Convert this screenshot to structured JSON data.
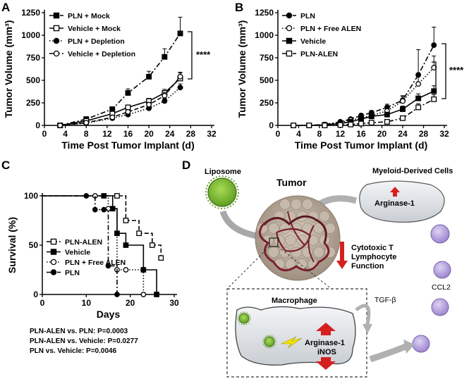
{
  "panels": {
    "A": "A",
    "B": "B",
    "C": "C",
    "D": "D"
  },
  "colors": {
    "line": "#000000",
    "liposome": "#7cc031",
    "vesicle": "#b9a3e0",
    "arrow_red": "#d61f1f",
    "cell_gray": "#d9dde2",
    "arrow_gray": "#a8a8a8",
    "tumor": "#b8a898",
    "vessel": "#7a1f2e"
  },
  "chart_data": [
    {
      "id": "A",
      "type": "line",
      "xlabel": "Time Post Tumor Implant (d)",
      "ylabel": "Tumor Volume (mm³)",
      "xlim": [
        0,
        32
      ],
      "ylim": [
        0,
        1250
      ],
      "xticks": [
        0,
        4,
        8,
        12,
        16,
        20,
        24,
        28,
        32
      ],
      "yticks": [
        0,
        250,
        500,
        750,
        1000,
        1250
      ],
      "legend_position": "top-left",
      "significance": "****",
      "series": [
        {
          "name": "PLN + Mock",
          "marker": "square-filled",
          "dash": "dash-dot",
          "x": [
            3,
            8,
            13,
            16,
            20,
            23,
            26
          ],
          "y": [
            0,
            70,
            180,
            360,
            540,
            760,
            1020
          ],
          "err": [
            0,
            10,
            20,
            45,
            60,
            90,
            180
          ]
        },
        {
          "name": "Vehicle + Mock",
          "marker": "square-open",
          "dash": "solid",
          "x": [
            3,
            8,
            13,
            16,
            20,
            23,
            26
          ],
          "y": [
            0,
            50,
            130,
            200,
            270,
            360,
            520
          ],
          "err": [
            0,
            8,
            20,
            25,
            30,
            40,
            60
          ]
        },
        {
          "name": "PLN + Depletion",
          "marker": "circle-filled",
          "dash": "dotted",
          "x": [
            3,
            8,
            13,
            16,
            20,
            23,
            26
          ],
          "y": [
            0,
            25,
            80,
            120,
            190,
            270,
            420
          ],
          "err": [
            0,
            5,
            15,
            20,
            25,
            30,
            40
          ]
        },
        {
          "name": "Vehicle + Depletion",
          "marker": "circle-open",
          "dash": "dashed",
          "x": [
            3,
            8,
            13,
            16,
            20,
            23,
            26
          ],
          "y": [
            0,
            30,
            90,
            150,
            230,
            330,
            540
          ],
          "err": [
            0,
            5,
            15,
            20,
            25,
            35,
            50
          ]
        }
      ]
    },
    {
      "id": "B",
      "type": "line",
      "xlabel": "Time Post Tumor Implant (d)",
      "ylabel": "Tumor Volume (mm³)",
      "xlim": [
        0,
        32
      ],
      "ylim": [
        0,
        1250
      ],
      "xticks": [
        0,
        4,
        8,
        12,
        16,
        20,
        24,
        28,
        32
      ],
      "yticks": [
        0,
        250,
        500,
        750,
        1000,
        1250
      ],
      "legend_position": "top-left",
      "significance": "****",
      "series": [
        {
          "name": "PLN",
          "marker": "circle-filled",
          "dash": "dash-dot",
          "x": [
            3,
            6,
            9,
            12,
            14,
            16,
            18,
            21,
            24,
            27,
            30
          ],
          "y": [
            0,
            0,
            10,
            40,
            70,
            110,
            140,
            200,
            280,
            560,
            890
          ],
          "err": [
            0,
            0,
            5,
            10,
            15,
            20,
            25,
            35,
            50,
            280,
            200
          ]
        },
        {
          "name": "PLN + Free ALEN",
          "marker": "circle-open",
          "dash": "dotted",
          "x": [
            3,
            6,
            9,
            12,
            14,
            16,
            18,
            21,
            24,
            27,
            30
          ],
          "y": [
            0,
            0,
            8,
            30,
            60,
            80,
            110,
            160,
            270,
            460,
            640
          ],
          "err": [
            0,
            0,
            5,
            8,
            12,
            15,
            20,
            30,
            50,
            100,
            130
          ]
        },
        {
          "name": "Vehicle",
          "marker": "square-filled",
          "dash": "solid",
          "x": [
            3,
            6,
            9,
            12,
            14,
            16,
            18,
            21,
            24,
            27,
            30
          ],
          "y": [
            0,
            0,
            5,
            20,
            40,
            70,
            100,
            120,
            180,
            300,
            380
          ],
          "err": [
            0,
            0,
            3,
            6,
            10,
            15,
            20,
            25,
            35,
            50,
            60
          ]
        },
        {
          "name": "PLN-ALEN",
          "marker": "square-open",
          "dash": "dash-dot",
          "x": [
            3,
            6,
            9,
            12,
            14,
            16,
            18,
            21,
            24,
            27,
            30
          ],
          "y": [
            0,
            0,
            0,
            5,
            10,
            20,
            30,
            40,
            80,
            200,
            290
          ],
          "err": [
            0,
            0,
            0,
            3,
            5,
            8,
            10,
            12,
            20,
            40,
            50
          ]
        }
      ]
    },
    {
      "id": "C",
      "type": "line",
      "xlabel": "Days",
      "ylabel": "Survival (%)",
      "xlim": [
        0,
        30
      ],
      "ylim": [
        0,
        100
      ],
      "xticks": [
        0,
        10,
        20,
        30
      ],
      "yticks": [
        0,
        50,
        100
      ],
      "legend_position": "bottom-left",
      "series": [
        {
          "name": "PLN-ALEN",
          "marker": "square-open",
          "dash": "dashed",
          "x": [
            0,
            17,
            19,
            22,
            25,
            27
          ],
          "y": [
            100,
            100,
            75,
            62,
            50,
            37
          ]
        },
        {
          "name": "Vehicle",
          "marker": "square-filled",
          "dash": "solid",
          "x": [
            0,
            14,
            16,
            17,
            19,
            23,
            26
          ],
          "y": [
            100,
            100,
            87,
            62,
            50,
            25,
            0
          ]
        },
        {
          "name": "PLN + Free ALEN",
          "marker": "circle-open",
          "dash": "dotted",
          "x": [
            0,
            12,
            15,
            17,
            19,
            23
          ],
          "y": [
            100,
            100,
            87,
            25,
            25,
            0
          ]
        },
        {
          "name": "PLN",
          "marker": "circle-filled",
          "dash": "dash-dot",
          "x": [
            0,
            10,
            12,
            14,
            15,
            17
          ],
          "y": [
            100,
            100,
            86,
            86,
            29,
            0
          ]
        }
      ],
      "stats": [
        "PLN-ALEN vs. PLN: P=0.0003",
        "PLN-ALEN vs. Vehicle: P=0.0277",
        "PLN vs. Vehicle: P=0.0046"
      ]
    }
  ],
  "diagram": {
    "liposome": "Liposome",
    "myeloid": "Myeloid-Derived Cells",
    "arginase_top": "Arginase-1",
    "tumor": "Tumor",
    "ctl": [
      "Cytotoxic T",
      "Lymphocyte",
      "Function"
    ],
    "ccl2": "CCL2",
    "macrophage": "Macrophage",
    "tgfb": "TGF-β",
    "arginase_mac": "Arginase-1",
    "inos": "iNOS"
  }
}
